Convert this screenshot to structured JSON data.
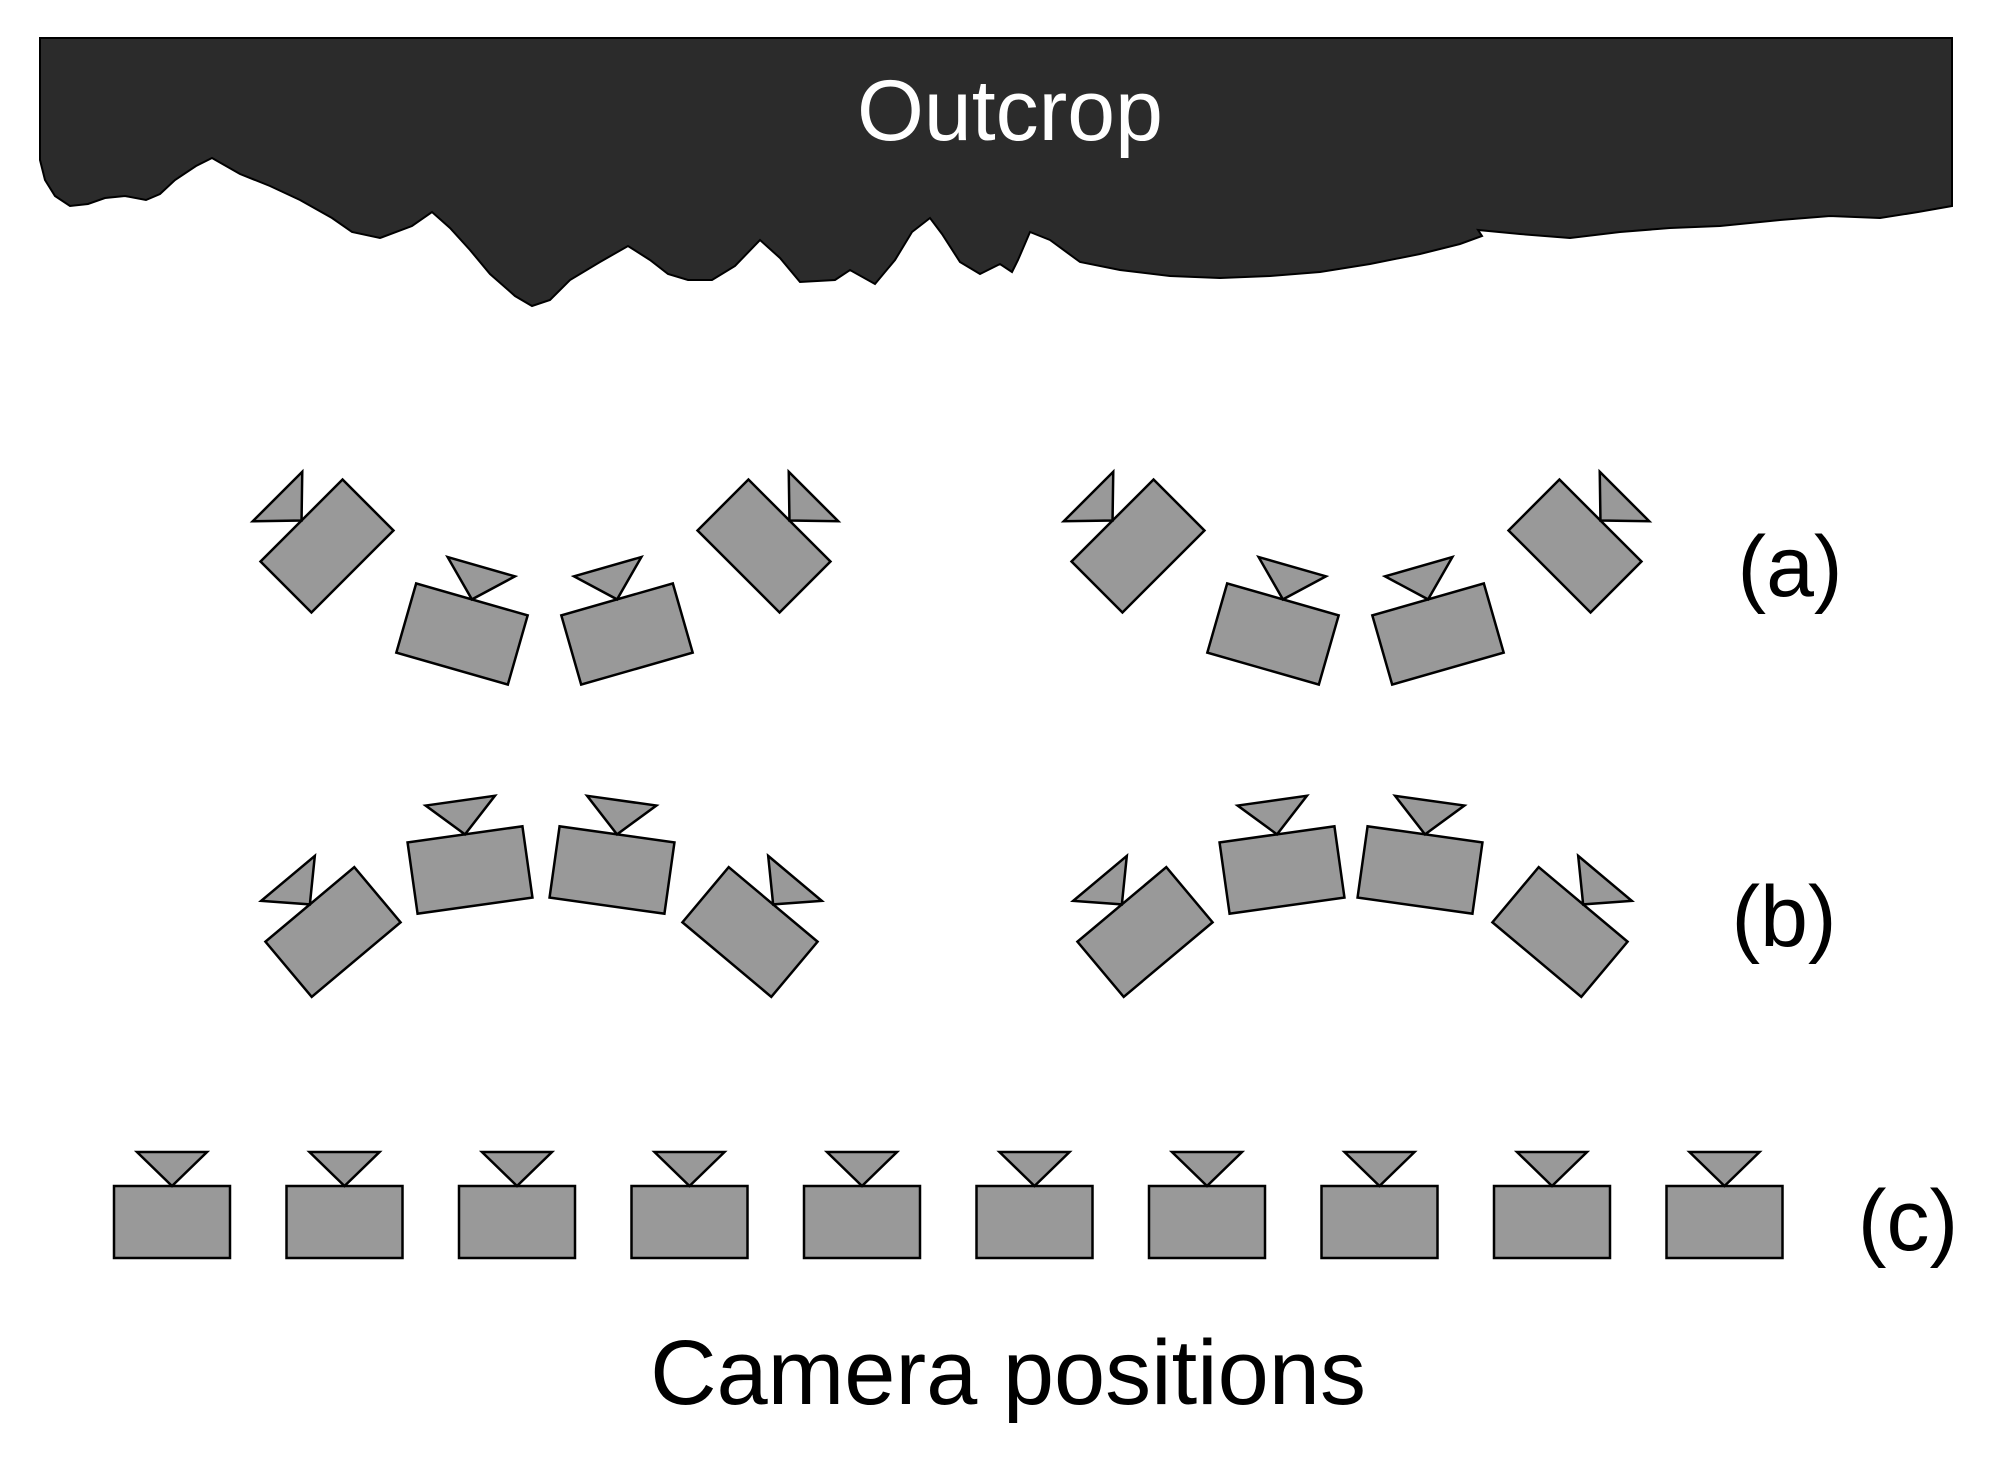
{
  "outcrop": {
    "label": "Outcrop"
  },
  "rows": [
    {
      "label": "(a)"
    },
    {
      "label": "(b)"
    },
    {
      "label": "(c)"
    }
  ],
  "caption": "Camera positions",
  "colors": {
    "outcrop": "#2b2b2b",
    "outcrop_text": "#ffffff",
    "camera_fill": "#999999",
    "camera_stroke": "#000000",
    "text": "#000000"
  }
}
